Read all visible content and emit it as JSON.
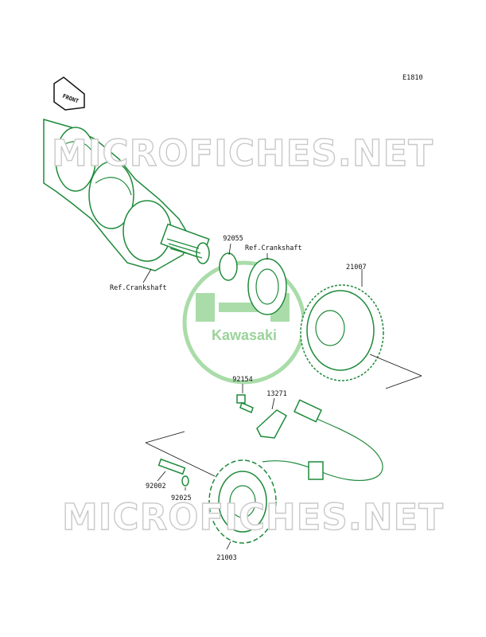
{
  "diagram_code": "E1810",
  "front_label": "FRONT",
  "watermark_text": "MICROFICHES.NET",
  "logo": {
    "text": "Kawasaki",
    "color": "#9ad39a"
  },
  "part_color": "#1e8a3a",
  "parts": [
    {
      "number": "92055"
    },
    {
      "number": "21007"
    },
    {
      "number": "92154"
    },
    {
      "number": "13271"
    },
    {
      "number": "92002"
    },
    {
      "number": "92025"
    },
    {
      "number": "21003"
    }
  ],
  "references": [
    {
      "label": "Ref.Crankshaft"
    },
    {
      "label": "Ref.Crankshaft"
    }
  ]
}
